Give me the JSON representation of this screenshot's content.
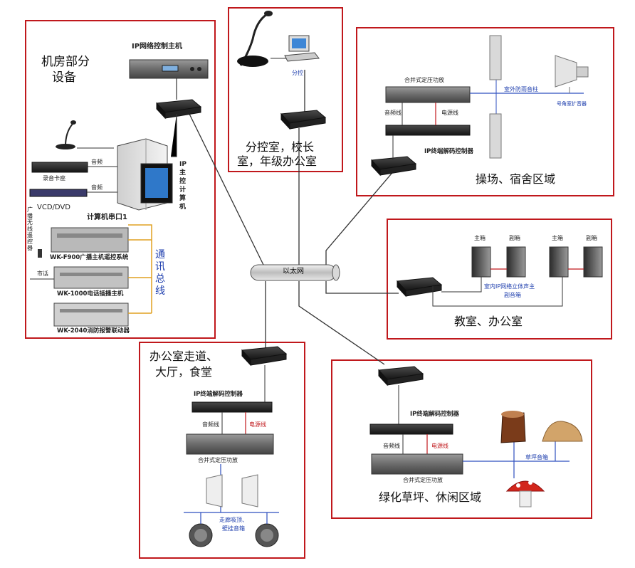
{
  "colors": {
    "region_border": "#c0181c",
    "link_line": "#333333",
    "bus_line": "#2e4fbf",
    "bus_text": "#1f3fae"
  },
  "backbone": {
    "label": "以太网"
  },
  "machine_room": {
    "title_line1": "机房部分",
    "title_line2": "设备",
    "ip_host": "IP网络控制主机",
    "pc_label": "IP主控计算机",
    "recorder": "录音卡座",
    "vcd": "VCD/DVD",
    "audio_1": "音频",
    "audio_2": "音频",
    "com_port": "计算机串口1",
    "wireless_remote": "广播无线遥控器",
    "comm_bus": "通讯总线",
    "rack_1": "WK-F900广播主机遥控系统",
    "city_phone": "市话",
    "rack_2": "WK-1000电话插播主机",
    "rack_3": "WK-2040消防报警联动器"
  },
  "branch_office": {
    "title_line1": "分控室，校长",
    "title_line2": "室，年级办公室",
    "branch_ctrl": "分控"
  },
  "playground": {
    "title": "操场、宿舍区域",
    "amp": "合并式定压功放",
    "audio_line": "音频线",
    "power_line": "电源线",
    "decoder": "IP终端解码控制器",
    "column": "室外防雨音柱",
    "horn": "号角室扩音器"
  },
  "classroom": {
    "title": "教室、办公室",
    "main_1": "主箱",
    "sub_1": "副箱",
    "main_2": "主箱",
    "sub_2": "副箱",
    "speaker_note_1": "室内IP网络立体声主",
    "speaker_note_2": "副音箱"
  },
  "corridor": {
    "title_line1": "办公室走道、",
    "title_line2": "大厅，食堂",
    "decoder": "IP终端解码控制器",
    "audio_line": "音频线",
    "power_line": "电源线",
    "amp": "合并式定压功放",
    "speaker_note_1": "走廊吸顶、",
    "speaker_note_2": "壁挂音箱"
  },
  "lawn": {
    "title": "绿化草坪、休闲区域",
    "decoder": "IP终端解码控制器",
    "audio_line": "音频线",
    "power_line": "电源线",
    "amp": "合并式定压功放",
    "lawn_speaker": "草坪音箱"
  }
}
